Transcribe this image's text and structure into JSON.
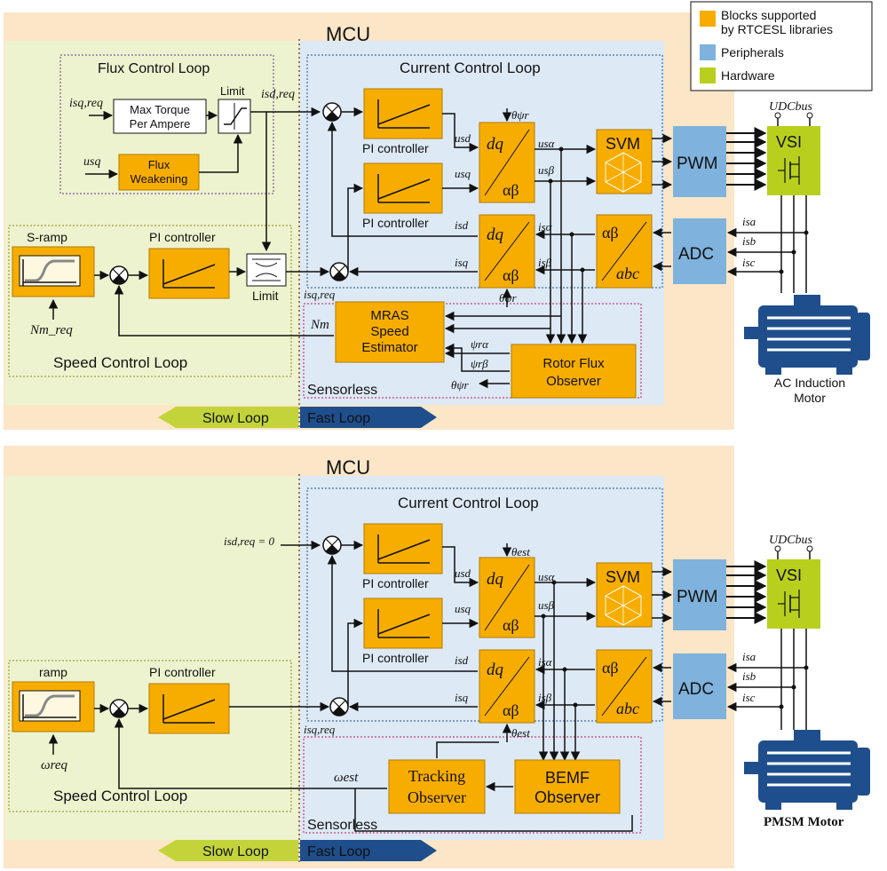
{
  "colors": {
    "library": "#f7ad00",
    "peripheral": "#7fb2dc",
    "hardware": "#b9cf1e",
    "mcu_bg": "#fbe6c8",
    "slow_zone": "#eef3cf",
    "fast_zone": "#dde9f5",
    "slow_arrow": "#c3d43a",
    "fast_arrow": "#1f4e8c",
    "flux_title": "#5b3a8c",
    "current_title": "#1f4e8c",
    "speed_title": "#8a8a10",
    "sensorless_title": "#c2185b"
  },
  "legend": {
    "library": "Blocks supported by RTCESL libraries",
    "peripherals": "Peripherals",
    "hardware": "Hardware"
  },
  "top": {
    "mcu": "MCU",
    "flux_loop": "Flux Control Loop",
    "current_loop": "Current Control Loop",
    "speed_loop": "Speed Control Loop",
    "sensorless": "Sensorless",
    "slow_loop": "Slow Loop",
    "fast_loop": "Fast Loop",
    "max_torque": "Max Torque Per Ampere",
    "limit": "Limit",
    "flux_weakening": "Flux Weakening",
    "s_ramp": "S-ramp",
    "pi_controller": "PI controller",
    "svm": "SVM",
    "pwm": "PWM",
    "vsi": "VSI",
    "adc": "ADC",
    "dq": "dq",
    "ab": "αβ",
    "abc": "abc",
    "mras": "MRAS Speed Estimator",
    "rotor_flux": "Rotor Flux Observer",
    "motor": "AC Induction Motor",
    "sig_isqreq": "isq,req",
    "sig_usq": "usq",
    "sig_isdreq": "isd,req",
    "sig_usd": "usd",
    "sig_usq2": "usq",
    "sig_usa": "usα",
    "sig_usb": "usβ",
    "sig_isd": "isd",
    "sig_isq": "isq",
    "sig_isa": "isα",
    "sig_isb": "isβ",
    "sig_theta": "θψr",
    "sig_nm": "Nm",
    "sig_nmreq": "Nm_req",
    "sig_psia": "ψrα",
    "sig_psib": "ψrβ",
    "sig_isqreq2": "isq,req",
    "sig_udc": "UDCbus",
    "sig_ia": "isa",
    "sig_ib": "isb",
    "sig_ic": "isc"
  },
  "bottom": {
    "mcu": "MCU",
    "current_loop": "Current Control Loop",
    "speed_loop": "Speed Control Loop",
    "sensorless": "Sensorless",
    "slow_loop": "Slow Loop",
    "fast_loop": "Fast Loop",
    "ramp": "ramp",
    "pi_controller": "PI controller",
    "svm": "SVM",
    "pwm": "PWM",
    "vsi": "VSI",
    "adc": "ADC",
    "dq": "dq",
    "ab": "αβ",
    "abc": "abc",
    "tracking": "Tracking Observer",
    "bemf": "BEMF Observer",
    "motor": "PMSM Motor",
    "sig_isdreq0": "isd,req = 0",
    "sig_usd": "usd",
    "sig_usq": "usq",
    "sig_usa": "usα",
    "sig_usb": "usβ",
    "sig_isd": "isd",
    "sig_isq": "isq",
    "sig_isa": "isα",
    "sig_isb": "isβ",
    "sig_theta": "θest",
    "sig_omega_est": "ωest",
    "sig_omega_req": "ωreq",
    "sig_isqreq": "isq,req",
    "sig_udc": "UDCbus",
    "sig_ia": "isa",
    "sig_ib": "isb",
    "sig_ic": "isc"
  }
}
